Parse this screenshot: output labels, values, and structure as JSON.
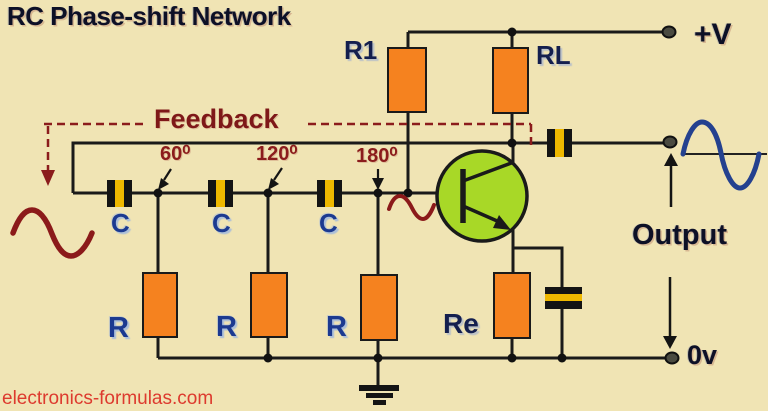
{
  "title": "RC Phase-shift Network",
  "watermark": "electronics-formulas.com",
  "feedback_label": "Feedback",
  "phase_labels": [
    "60⁰",
    "120⁰",
    "180⁰"
  ],
  "capacitor_labels": [
    "C",
    "C",
    "C"
  ],
  "resistor_labels": [
    "R",
    "R",
    "R"
  ],
  "component_labels": {
    "r1": "R1",
    "rl": "RL",
    "re": "Re"
  },
  "terminal_labels": {
    "positive_supply": "+V",
    "output": "Output",
    "ground_rail": "0v"
  },
  "colors": {
    "background": "#F0E4B4",
    "wire": "#1A1A1A",
    "resistor_fill": "#F5821F",
    "capacitor_yellow": "#EFB800",
    "transistor_green": "#A8D827",
    "annotation_maroon": "#8B1C1C",
    "label_blue": "#1C3A90",
    "text_navy": "#0D1026",
    "signal_sine_blue": "#24418F",
    "watermark_red": "#DD3A2E"
  }
}
